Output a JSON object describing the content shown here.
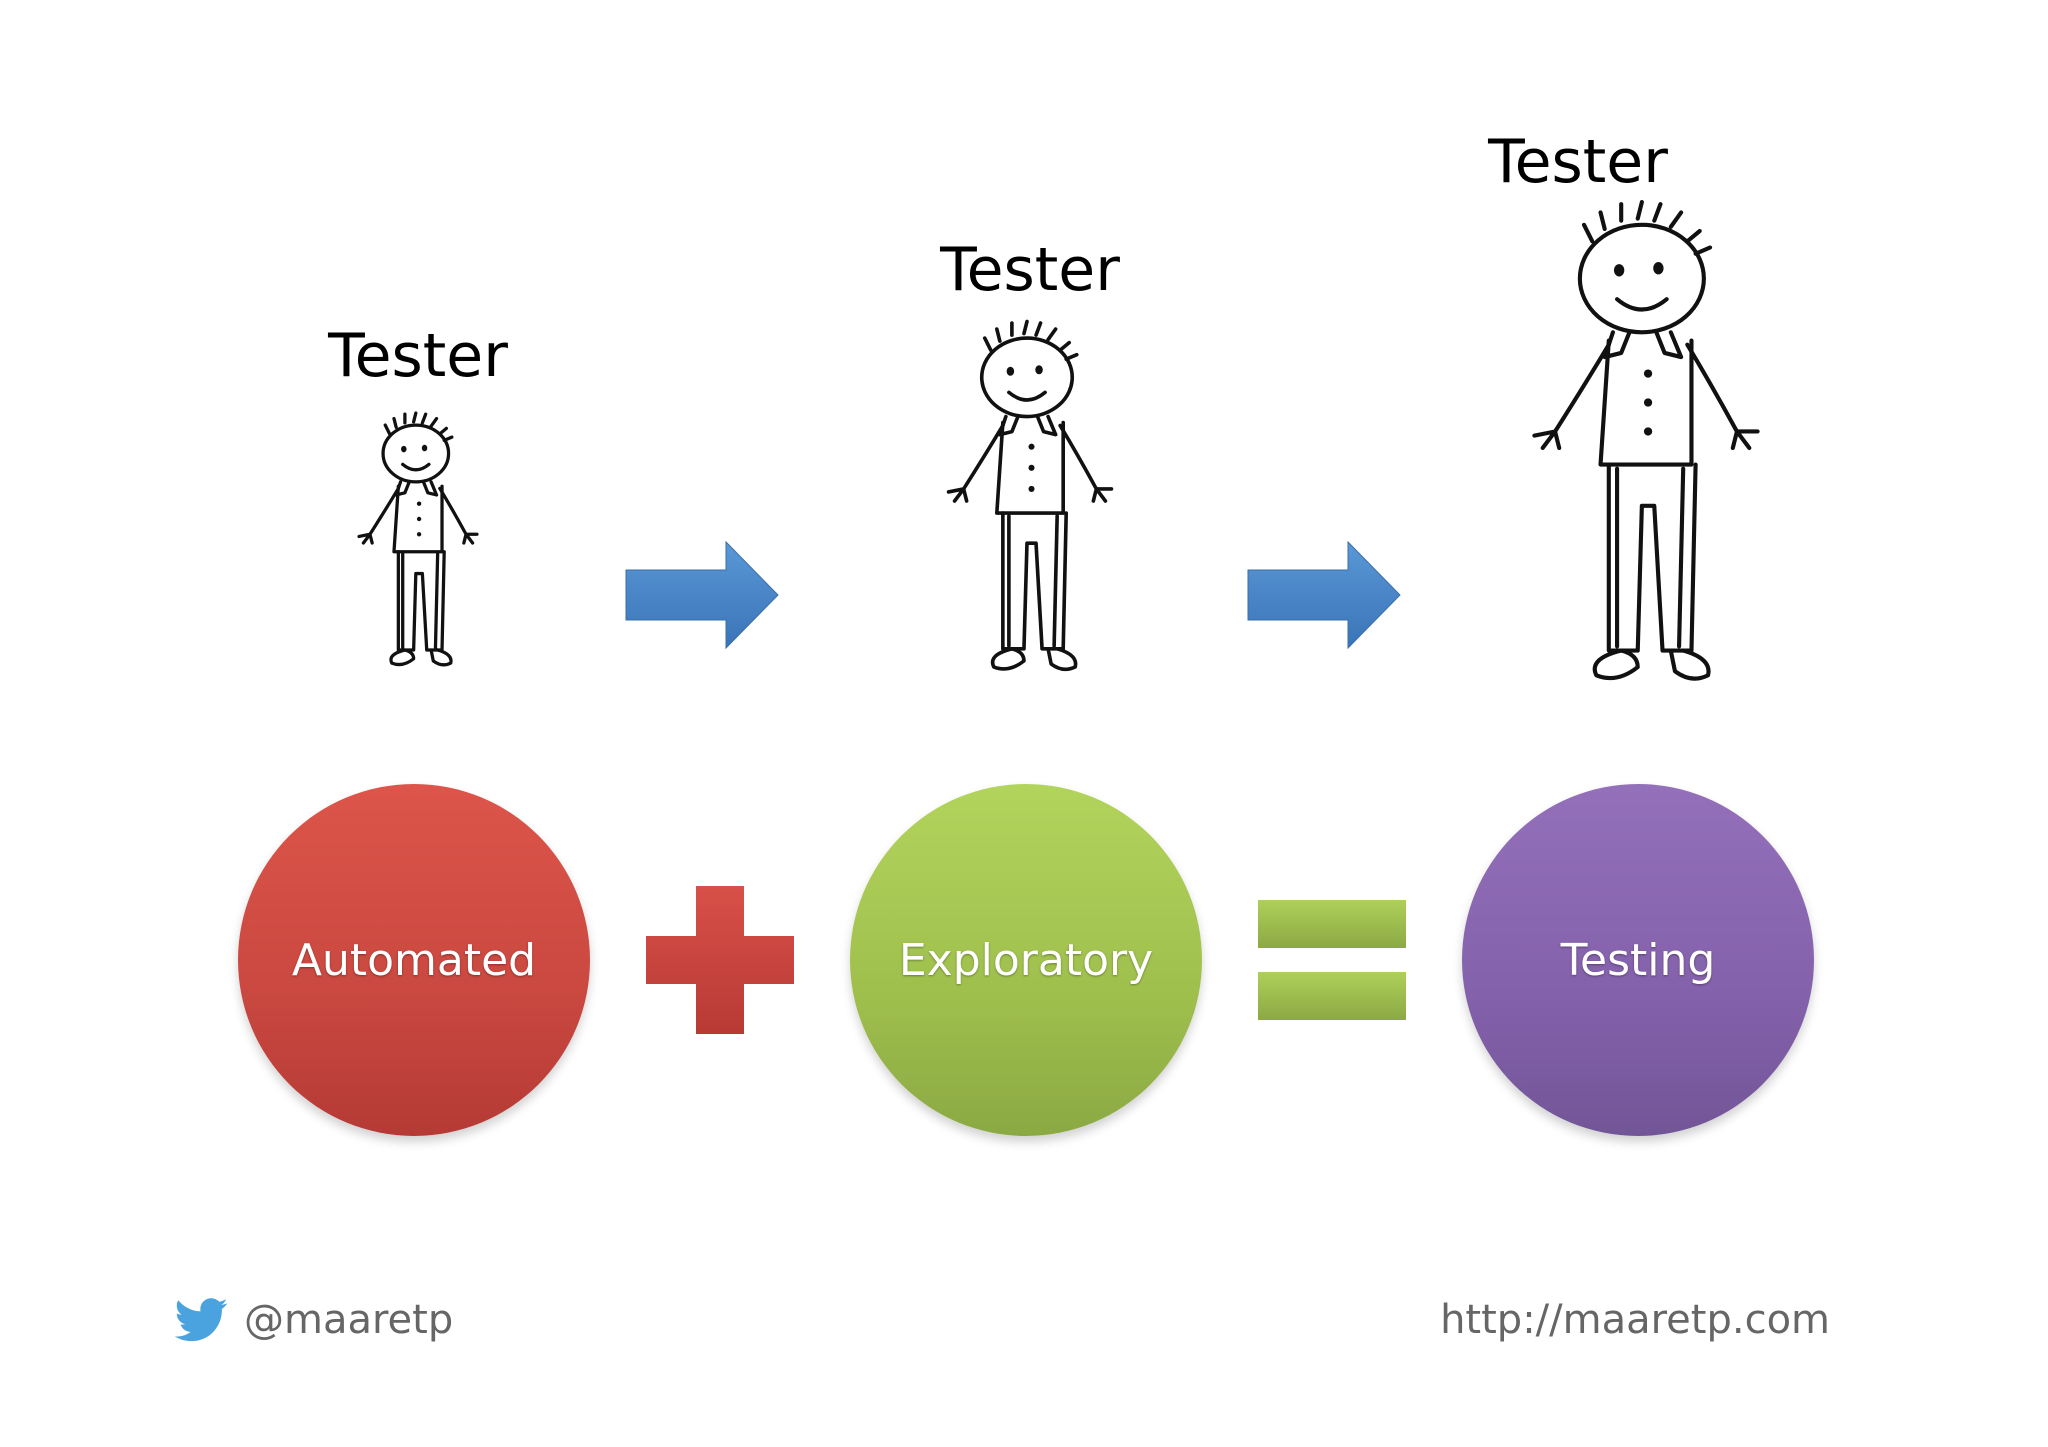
{
  "testers": [
    {
      "label": "Tester"
    },
    {
      "label": "Tester"
    },
    {
      "label": "Tester"
    }
  ],
  "equation": {
    "term1": "Automated",
    "operator1": "plus",
    "term2": "Exploratory",
    "operator2": "equals",
    "result": "Testing"
  },
  "colors": {
    "automated": "#c94840",
    "exploratory": "#9fbf4d",
    "testing": "#8461ab",
    "arrow": "#4a86c8",
    "twitter": "#4aa3df"
  },
  "icons": {
    "flow_arrow": "right-arrow-icon",
    "social": "twitter-bird-icon"
  },
  "footer": {
    "handle": "@maaretp",
    "url": "http://maaretp.com"
  }
}
